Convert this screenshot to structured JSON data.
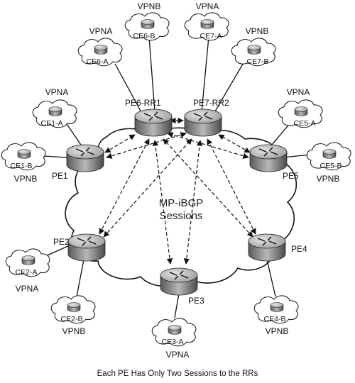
{
  "cloud_label_line1": "MP-iBGP",
  "cloud_label_line2": "Sessions",
  "caption": "Each PE Has Only Two Sessions to the RRs",
  "reflectors": [
    {
      "id": "pe6rr1",
      "label": "PE6-RR1"
    },
    {
      "id": "pe7rr2",
      "label": "PE7-RR2"
    }
  ],
  "pe_routers": [
    {
      "id": "pe1",
      "label": "PE1"
    },
    {
      "id": "pe2",
      "label": "PE2"
    },
    {
      "id": "pe3",
      "label": "PE3"
    },
    {
      "id": "pe4",
      "label": "PE4"
    },
    {
      "id": "pe5",
      "label": "PE5"
    }
  ],
  "customer_edges": [
    {
      "id": "ce6a",
      "label": "CE6-A",
      "vpn": "VPNA"
    },
    {
      "id": "ce6b",
      "label": "CE6-B",
      "vpn": "VPNB"
    },
    {
      "id": "ce7a",
      "label": "CE7-A",
      "vpn": "VPNA"
    },
    {
      "id": "ce7b",
      "label": "CE7-B",
      "vpn": "VPNB"
    },
    {
      "id": "ce1a",
      "label": "CE1-A",
      "vpn": "VPNA"
    },
    {
      "id": "ce1b",
      "label": "CE1-B",
      "vpn": "VPNB"
    },
    {
      "id": "ce5a",
      "label": "CE5-A",
      "vpn": "VPNA"
    },
    {
      "id": "ce5b",
      "label": "CE5-B",
      "vpn": "VPNB"
    },
    {
      "id": "ce2a",
      "label": "CE2-A",
      "vpn": "VPNA"
    },
    {
      "id": "ce2b",
      "label": "CE2-B",
      "vpn": "VPNB"
    },
    {
      "id": "ce3a",
      "label": "CE3-A",
      "vpn": "VPNA"
    },
    {
      "id": "ce4b",
      "label": "CE4-B",
      "vpn": "VPNB"
    }
  ]
}
